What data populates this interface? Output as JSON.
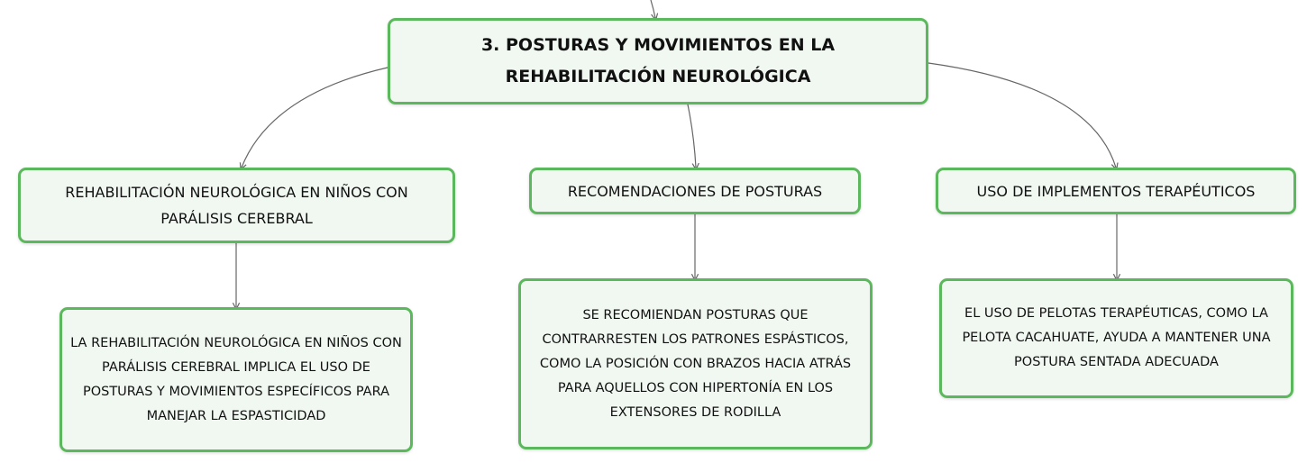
{
  "root": {
    "title": "3. POSTURAS Y MOVIMIENTOS EN LA REHABILITACIÓN NEUROLÓGICA"
  },
  "branches": [
    {
      "label": "REHABILITACIÓN NEUROLÓGICA EN NIÑOS CON PARÁLISIS CEREBRAL",
      "detail": "LA REHABILITACIÓN NEUROLÓGICA EN NIÑOS CON PARÁLISIS CEREBRAL IMPLICA EL USO DE POSTURAS Y MOVIMIENTOS ESPECÍFICOS PARA MANEJAR LA ESPASTICIDAD"
    },
    {
      "label": "RECOMENDACIONES DE POSTURAS",
      "detail": "SE RECOMIENDAN POSTURAS QUE CONTRARRESTEN LOS PATRONES ESPÁSTICOS, COMO LA POSICIÓN CON BRAZOS HACIA ATRÁS PARA AQUELLOS CON HIPERTONÍA EN LOS EXTENSORES DE RODILLA"
    },
    {
      "label": "USO DE IMPLEMENTOS TERAPÉUTICOS",
      "detail": "EL USO DE PELOTAS TERAPÉUTICAS, COMO LA PELOTA CACAHUATE, AYUDA A MANTENER UNA POSTURA SENTADA ADECUADA"
    }
  ],
  "colors": {
    "border": "#5cb85c",
    "fill": "#f1f8f2",
    "line": "#666666"
  }
}
